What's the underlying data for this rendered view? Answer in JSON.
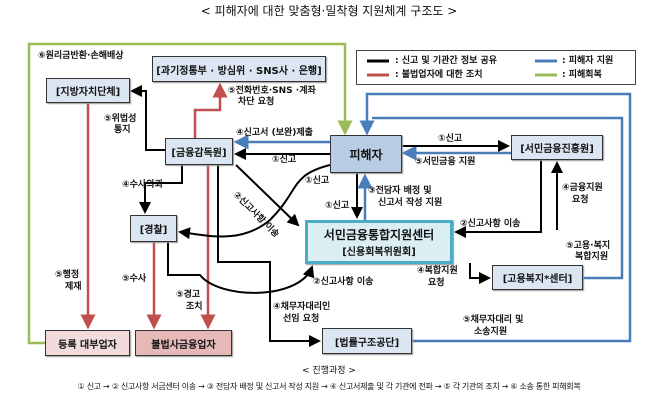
{
  "title": "< 피해자에 대한 맞춤형·밀착형 지원체계 구조도 >",
  "legend": {
    "black": ": 신고 및 기관간 정보 공유",
    "blue": ": 피해자 지원",
    "red": ": 불법업자에 대한 조치",
    "green": ": 피해회복"
  },
  "colors": {
    "black": "#000000",
    "blue": "#4a7ebb",
    "red": "#c0504d",
    "green": "#9bbb59"
  },
  "nodes": {
    "msit": "[과기정통부 · 방심위 · SNS사 · 은행]",
    "local": "[지방자치단체]",
    "fss": "[금융감독원]",
    "victim": "피해자",
    "kinfa": "[서민금융진흥원]",
    "police": "[경찰]",
    "center1": "서민금융통합지원센터",
    "center2": "[신용회복위원회]",
    "welfare": "[고용복지*센터]",
    "registered": "등록 대부업자",
    "illegal": "불법사금융업자",
    "legal": "[법률구조공단]"
  },
  "labels": {
    "l6_recovery": "⑥원리금반환·손해배상",
    "l5_block1": "⑤전화번호·SNS ·계좌",
    "l5_block2": "차단 요청",
    "l5_illegal1": "⑤위법성",
    "l5_illegal2": "통지",
    "l4_submit": "④신고서 (보완)제출",
    "l1_report_fss": "①신고",
    "l1_report_curve": "①신고",
    "l1_report_down": "①신고",
    "l2_transfer_diag": "②신고사항 이송",
    "l4_investigate": "④수사의뢰",
    "l1_report_kinfa": "①신고",
    "l5_kinfa_support": "⑤서민금융 지원",
    "l3_assign1": "③전담자 배정 및",
    "l3_assign2": "신고서 작성 지원",
    "l4_fin1": "④금융지원",
    "l4_fin2": "요청",
    "l2_transfer_right": "②신고사항 이송",
    "l5_welfare1": "⑤고용·복지",
    "l5_welfare2": "복합지원",
    "l4_complex1": "④복합지원",
    "l4_complex2": "요청",
    "l2_transfer_police": "②신고사항 이송",
    "l4_debtor1": "④채무자대리인",
    "l4_debtor2": "선임 요청",
    "l5_legal1": "⑤채무자대리 및",
    "l5_legal2": "소송지원",
    "l5_admin1": "⑤행정",
    "l5_admin2": "제재",
    "l5_investigation": "⑤수사",
    "l5_warn1": "⑤경고",
    "l5_warn2": "조치"
  },
  "footer": {
    "heading": "< 진행과정 >",
    "process": "① 신고 → ② 신고사항 서금센터 이송 → ③ 전담자 배정 및 신고서 작성 지원 → ④ 신고서제출 및 각 기관에 전파 → ⑤ 각 기관의 조치 → ⑥ 소송 통한 피해회복"
  }
}
